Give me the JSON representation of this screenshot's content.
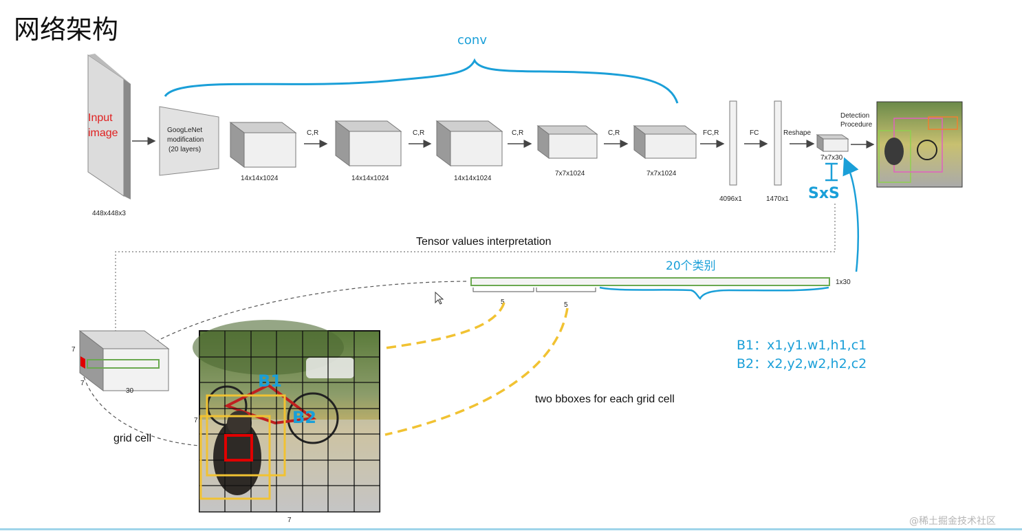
{
  "slide_title": "网络架构",
  "conv_label": "conv",
  "input": {
    "label_line1": "Input",
    "label_line2": "image",
    "size": "448x448x3"
  },
  "googlenet": {
    "line1": "GoogLeNet",
    "line2": "modification",
    "line3": "(20 layers)"
  },
  "blocks": [
    {
      "size": "14x14x1024"
    },
    {
      "size": "14x14x1024"
    },
    {
      "size": "14x14x1024"
    },
    {
      "size": "7x7x1024"
    },
    {
      "size": "7x7x1024"
    }
  ],
  "arrow_labels": [
    "C,R",
    "C,R",
    "C,R",
    "C,R",
    "FC,R",
    "FC",
    "Reshape"
  ],
  "fc_layers": [
    {
      "size": "4096x1"
    },
    {
      "size": "1470x1"
    }
  ],
  "output_tensor": {
    "size": "7x7x30"
  },
  "detection": {
    "line1": "Detection",
    "line2": "Procedure"
  },
  "sxs_note": "SxS",
  "tensor_title": "Tensor values interpretation",
  "classes_note": "20个类别",
  "vector": {
    "size": "1x30",
    "seg1": "5",
    "seg2": "5"
  },
  "cube": {
    "h": "7",
    "w": "7",
    "d": "30"
  },
  "grid": {
    "size_left": "7",
    "size_bottom": "7",
    "bbox1": "B1",
    "bbox2": "B2"
  },
  "grid_cell_label": "grid cell",
  "bboxes_note": "two bboxes for each grid cell",
  "formula": {
    "b1": "B1：x1,y1.w1,h1,c1",
    "b2": "B2：x2,y2,w2,h2,c2"
  },
  "watermark": "@稀土掘金技术社区",
  "colors": {
    "annotation_blue": "#1a9fd8",
    "green_box": "#6aa84f",
    "yellow_box": "#f1c232",
    "red_cell": "#e00000"
  }
}
